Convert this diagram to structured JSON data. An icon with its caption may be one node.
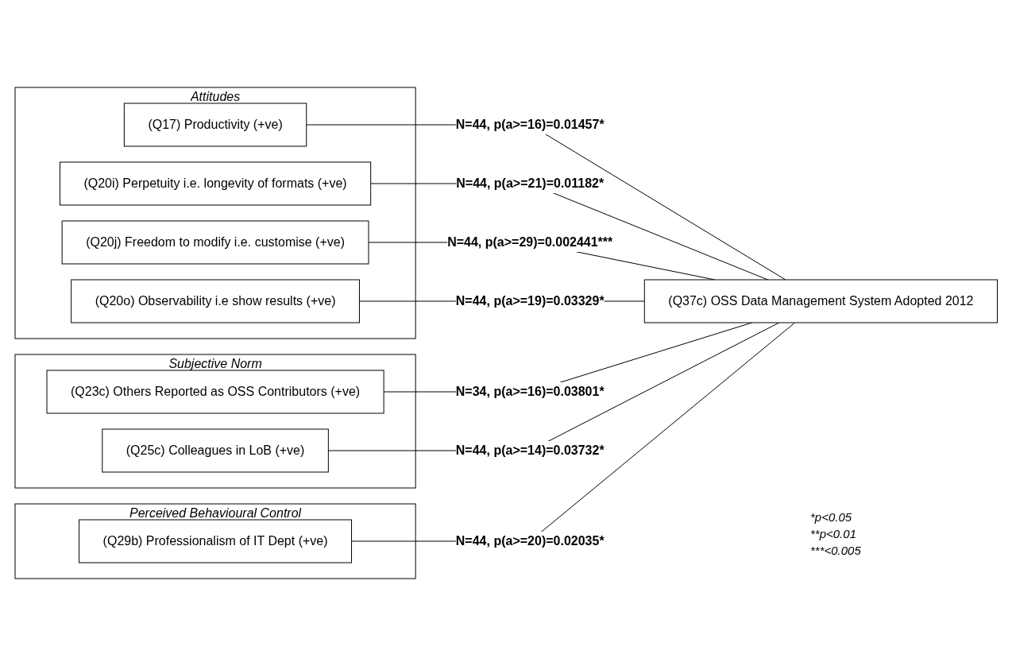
{
  "diagram": {
    "nodes": [
      {
        "text": [
          "Attitudes"
        ]
      },
      {
        "text": [
          "(Q17) Productivity (+ve)"
        ],
        "in": 0
      },
      {
        "text": [
          "(Q20i) Perpetuity i.e. longevity of formats (+ve)"
        ],
        "in": 0
      },
      {
        "text": [
          "(Q20j) Freedom to modify i.e. customise (+ve)"
        ],
        "in": 0
      },
      {
        "text": [
          "(Q20o) Observability i.e show results (+ve)"
        ],
        "in": 0
      },
      {
        "text": [
          "Subjective Norm"
        ]
      },
      {
        "text": [
          "(Q23c) Others Reported as OSS Contributors (+ve)"
        ],
        "in": 5
      },
      {
        "text": [
          "(Q25c) Colleagues in LoB (+ve)"
        ],
        "in": 5
      },
      {
        "text": [
          "Perceived Behavioural Control"
        ]
      },
      {
        "text": [
          "(Q29b) Professionalism of IT Dept (+ve)"
        ],
        "in": 8
      },
      {
        "text": [
          "(Q37c) OSS Data Management System Adopted 2012"
        ]
      }
    ],
    "edges": [
      {
        "from": 1,
        "to": 10,
        "arrow": "none",
        "label": "N=44, p(a>=16)=0.01457*"
      },
      {
        "from": 2,
        "to": 10,
        "arrow": "none",
        "label": "N=44, p(a>=21)=0.01182*"
      },
      {
        "from": 3,
        "to": 10,
        "arrow": "none",
        "label": "N=44, p(a>=29)=0.002441***"
      },
      {
        "from": 4,
        "to": 10,
        "arrow": "none",
        "label": "N=44, p(a>=19)=0.03329*"
      },
      {
        "from": 6,
        "to": 10,
        "arrow": "none",
        "label": "N=34, p(a>=16)=0.03801*"
      },
      {
        "from": 7,
        "to": 10,
        "arrow": "none",
        "label": "N=44, p(a>=14)=0.03732*"
      },
      {
        "from": 9,
        "to": 10,
        "arrow": "none",
        "label": "N=44, p(a>=20)=0.02035*"
      }
    ],
    "labels": [
      "*p<0.05",
      "**p<0.01",
      "***<0.005"
    ]
  }
}
